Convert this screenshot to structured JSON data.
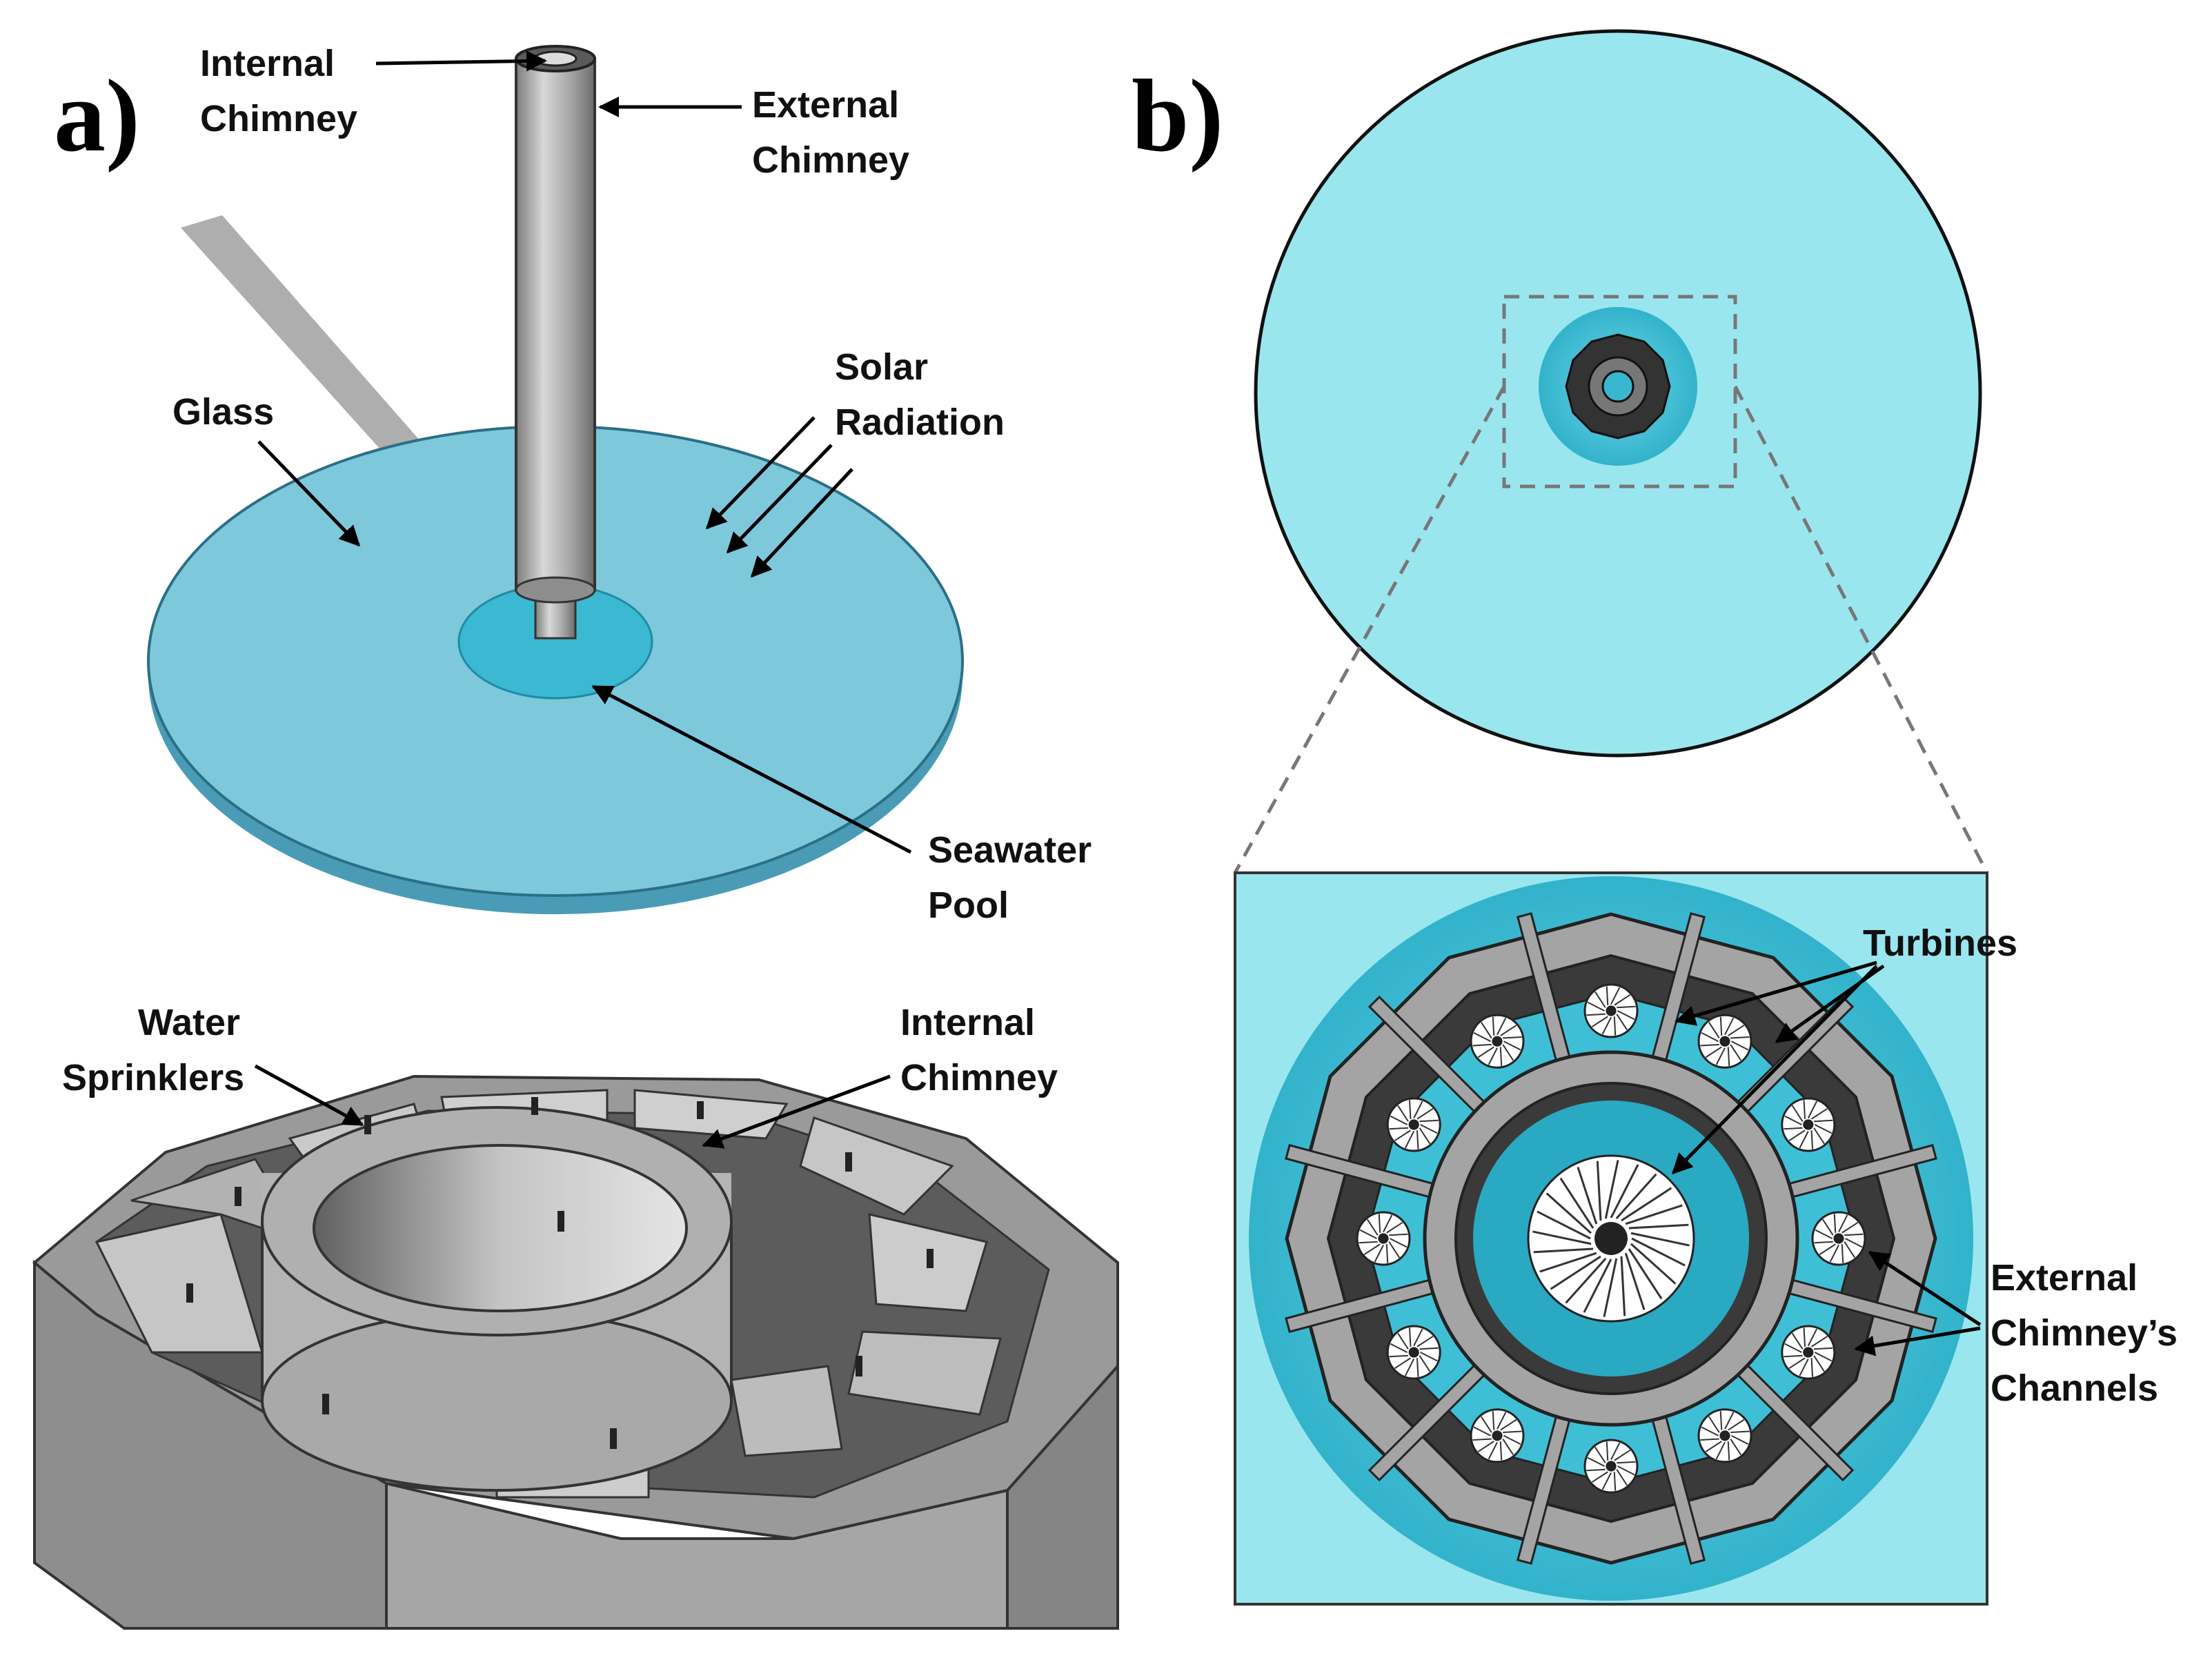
{
  "panels": {
    "a": "a)",
    "b": "b)"
  },
  "labels": {
    "internal_chimney_top": [
      "Internal",
      "Chimney"
    ],
    "external_chimney": [
      "External",
      "Chimney"
    ],
    "glass": "Glass",
    "solar_radiation": [
      "Solar",
      "Radiation"
    ],
    "seawater_pool": [
      "Seawater",
      "Pool"
    ],
    "water_sprinklers": [
      "Water",
      "Sprinklers"
    ],
    "internal_chimney_bottom": [
      "Internal",
      "Chimney"
    ],
    "turbines": "Turbines",
    "external_channels": [
      "External",
      "Chimney’s",
      "Channels"
    ]
  },
  "colors": {
    "glass": "#7ec8dc",
    "glass_edge": "#2b6f86",
    "pool": "#3bb8d2",
    "collector_top_view": "#9ae6ef",
    "water_bg": "#41c3d9",
    "chimney_grey": "#a4a4a4",
    "dark_channel": "#3a3a3a",
    "tower_grey": "#9a9a9a"
  }
}
